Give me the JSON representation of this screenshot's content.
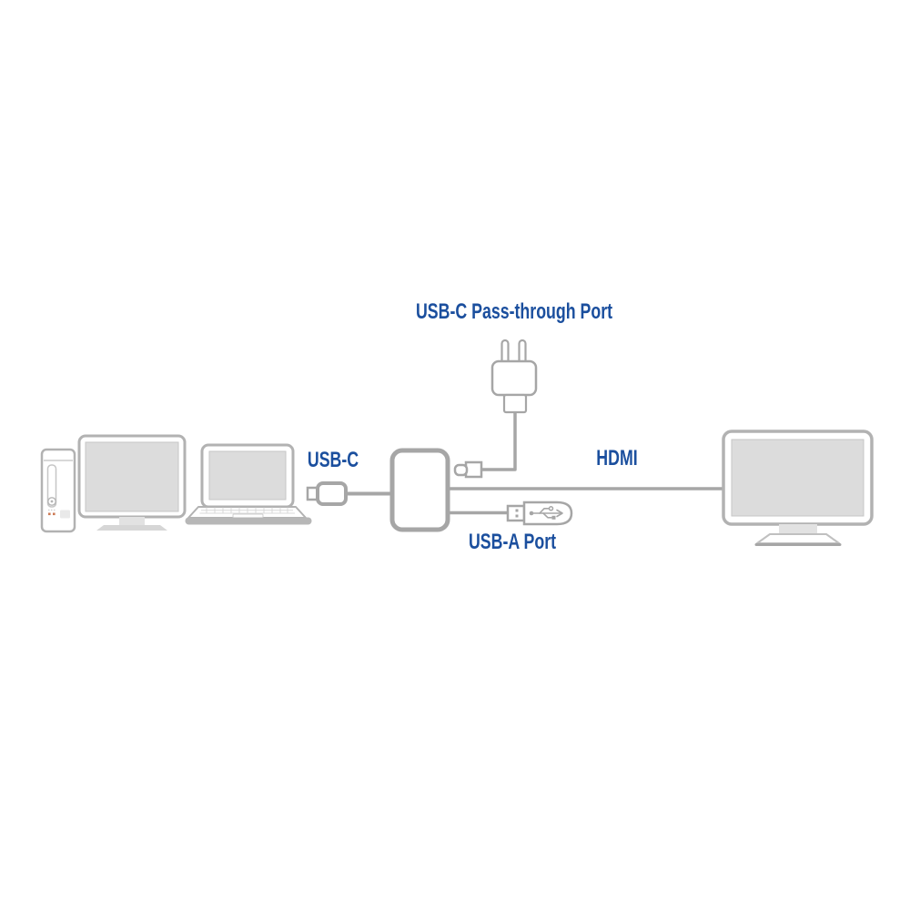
{
  "colors": {
    "accent": "#1b4f9e",
    "line": "#a6a6a6",
    "device_outline": "#b2b2b2",
    "screen_fill": "#dcdcdc",
    "background": "#ffffff"
  },
  "labels": {
    "passthrough_port": "USB-C Pass-through Port",
    "usb_c": "USB-C",
    "hdmi": "HDMI",
    "usb_a_port": "USB-A Port"
  },
  "icons": {
    "desktop_pc": "desktop-pc-icon",
    "pc_tower": "pc-tower-icon",
    "pc_monitor": "pc-monitor-icon",
    "laptop": "laptop-icon",
    "usb_c_connector": "usb-c-connector-icon",
    "usb_c_hub": "usb-c-hub-icon",
    "power_adapter": "power-adapter-icon",
    "passthrough_connector": "usb-c-passthrough-connector-icon",
    "usb_a_connector": "usb-a-connector-icon",
    "external_monitor": "external-monitor-icon"
  }
}
